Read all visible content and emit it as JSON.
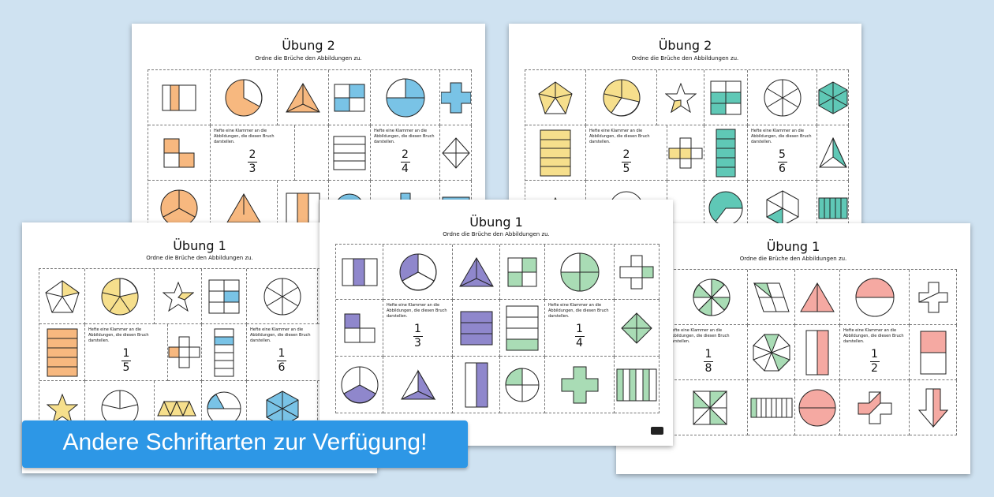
{
  "banner": {
    "text": "Andere Schriftarten zur Verfügung!"
  },
  "sheets": {
    "back_left": {
      "title": "Übung 2",
      "subtitle": "Ordne die Brüche den Abbildungen zu.",
      "instruction": "Hefte eine Klammer an die Abbildungen, die diesen Bruch darstellen.",
      "fraction_a": {
        "num": "2",
        "den": "3"
      },
      "fraction_b": {
        "num": "2",
        "den": "4"
      }
    },
    "back_right": {
      "title": "Übung 2",
      "subtitle": "Ordne die Brüche den Abbildungen zu.",
      "instruction": "Hefte eine Klammer an die Abbildungen, die diesen Bruch darstellen.",
      "fraction_a": {
        "num": "2",
        "den": "5"
      },
      "fraction_b": {
        "num": "5",
        "den": "6"
      }
    },
    "mid_left": {
      "title": "Übung 1",
      "subtitle": "Ordne die Brüche den Abbildungen zu.",
      "instruction": "Hefte eine Klammer an die Abbildungen, die diesen Bruch darstellen.",
      "fraction_a": {
        "num": "1",
        "den": "5"
      },
      "fraction_b": {
        "num": "1",
        "den": "6"
      }
    },
    "center": {
      "title": "Übung 1",
      "subtitle": "Ordne die Brüche den Abbildungen zu.",
      "instruction": "Hefte eine Klammer an die Abbildungen, die diesen Bruch darstellen.",
      "fraction_a": {
        "num": "1",
        "den": "3"
      },
      "fraction_b": {
        "num": "1",
        "den": "4"
      }
    },
    "right": {
      "title": "Übung 1",
      "subtitle": "Ordne die Brüche den Abbildungen zu.",
      "instruction": "Hefte eine Klammer an die Abbildungen, die diesen Bruch darstellen.",
      "fraction_a": {
        "num": "1",
        "den": "8"
      },
      "fraction_b": {
        "num": "1",
        "den": "2"
      }
    }
  },
  "colors": {
    "orange": "#f7b87f",
    "yellow": "#f6df8c",
    "blue": "#79c3e6",
    "teal": "#5fc8b6",
    "purple": "#8f87cc",
    "green": "#a9dcb5",
    "pink": "#f5a9a2",
    "banner": "#2d97e6"
  },
  "icons": [
    "rectangle-split-icon",
    "circle-sector-icon",
    "triangle-icon",
    "square-grid-icon",
    "cross-shape-icon",
    "star-icon",
    "pentagon-icon",
    "hexagon-icon",
    "arrow-down-icon",
    "octagon-icon"
  ]
}
